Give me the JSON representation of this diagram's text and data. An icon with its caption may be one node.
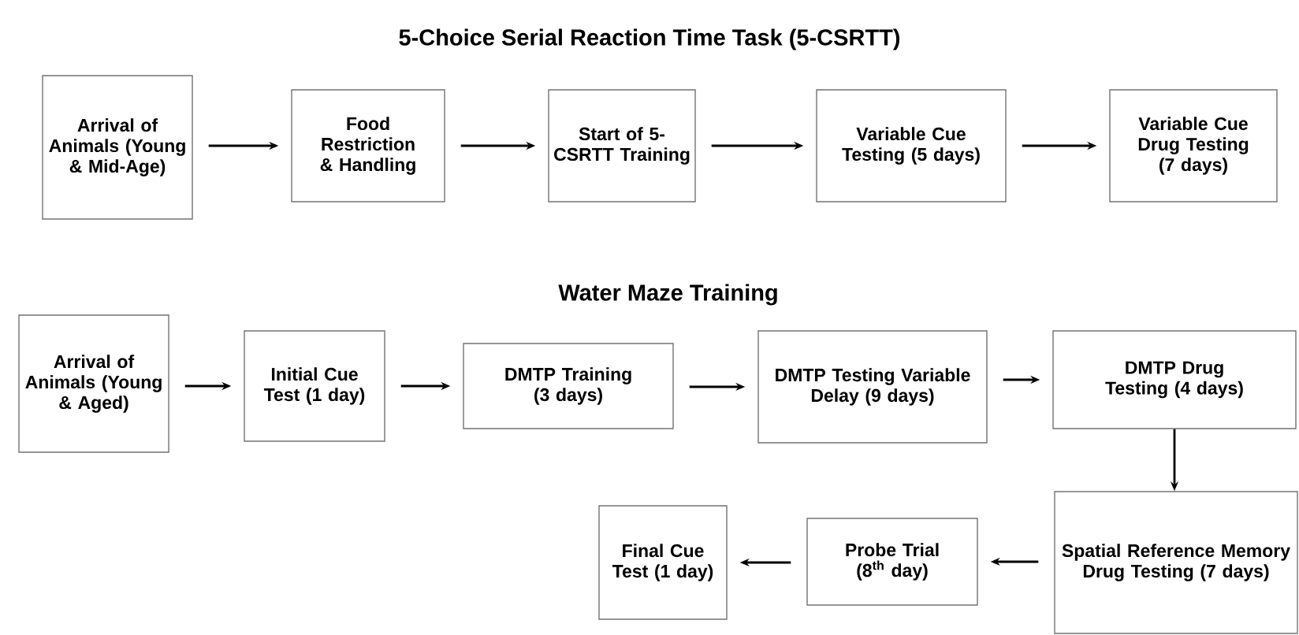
{
  "diagram": {
    "title": "5-Choice Serial Reaction Time Task (5-CSRTT)",
    "nodes": [
      {
        "text": [
          "Arrival of Animals (Young & Mid-Age)"
        ]
      },
      {
        "text": [
          "Food Restriction & Handling"
        ]
      },
      {
        "text": [
          "Start of 5-CSRTT Training"
        ]
      },
      {
        "text": [
          "Variable Cue Testing (5 days)"
        ]
      },
      {
        "text": [
          "Variable Cue Drug Testing (7 days)"
        ]
      },
      {
        "text": [
          "Arrival of Animals (Young & Aged)"
        ]
      },
      {
        "text": [
          "Initial Cue Test (1 day)"
        ]
      },
      {
        "text": [
          "DMTP Training (3 days)"
        ]
      },
      {
        "text": [
          "DMTP Testing Variable Delay (9 days)"
        ]
      },
      {
        "text": [
          "DMTP Drug Testing (4 days)"
        ]
      },
      {
        "text": [
          "Spatial Reference Memory Drug Testing (7 days)"
        ]
      },
      {
        "text": [
          "Probe Trial (8$^{th}$ day)"
        ]
      },
      {
        "text": [
          "Final Cue Test (1 day)"
        ]
      }
    ],
    "edges": [
      {
        "from": 0,
        "to": 1,
        "arrow": "to"
      },
      {
        "from": 1,
        "to": 2,
        "arrow": "to"
      },
      {
        "from": 2,
        "to": 3,
        "arrow": "to"
      },
      {
        "from": 3,
        "to": 4,
        "arrow": "to"
      },
      {
        "from": 5,
        "to": 6,
        "arrow": "to"
      },
      {
        "from": 6,
        "to": 7,
        "arrow": "to"
      },
      {
        "from": 7,
        "to": 8,
        "arrow": "to"
      },
      {
        "from": 8,
        "to": 9,
        "arrow": "to"
      },
      {
        "from": 9,
        "to": 10,
        "arrow": "to"
      },
      {
        "from": 10,
        "to": 11,
        "arrow": "to"
      },
      {
        "from": 11,
        "to": 12,
        "arrow": "to"
      }
    ],
    "labels": [
      "Water Maze Training"
    ]
  }
}
